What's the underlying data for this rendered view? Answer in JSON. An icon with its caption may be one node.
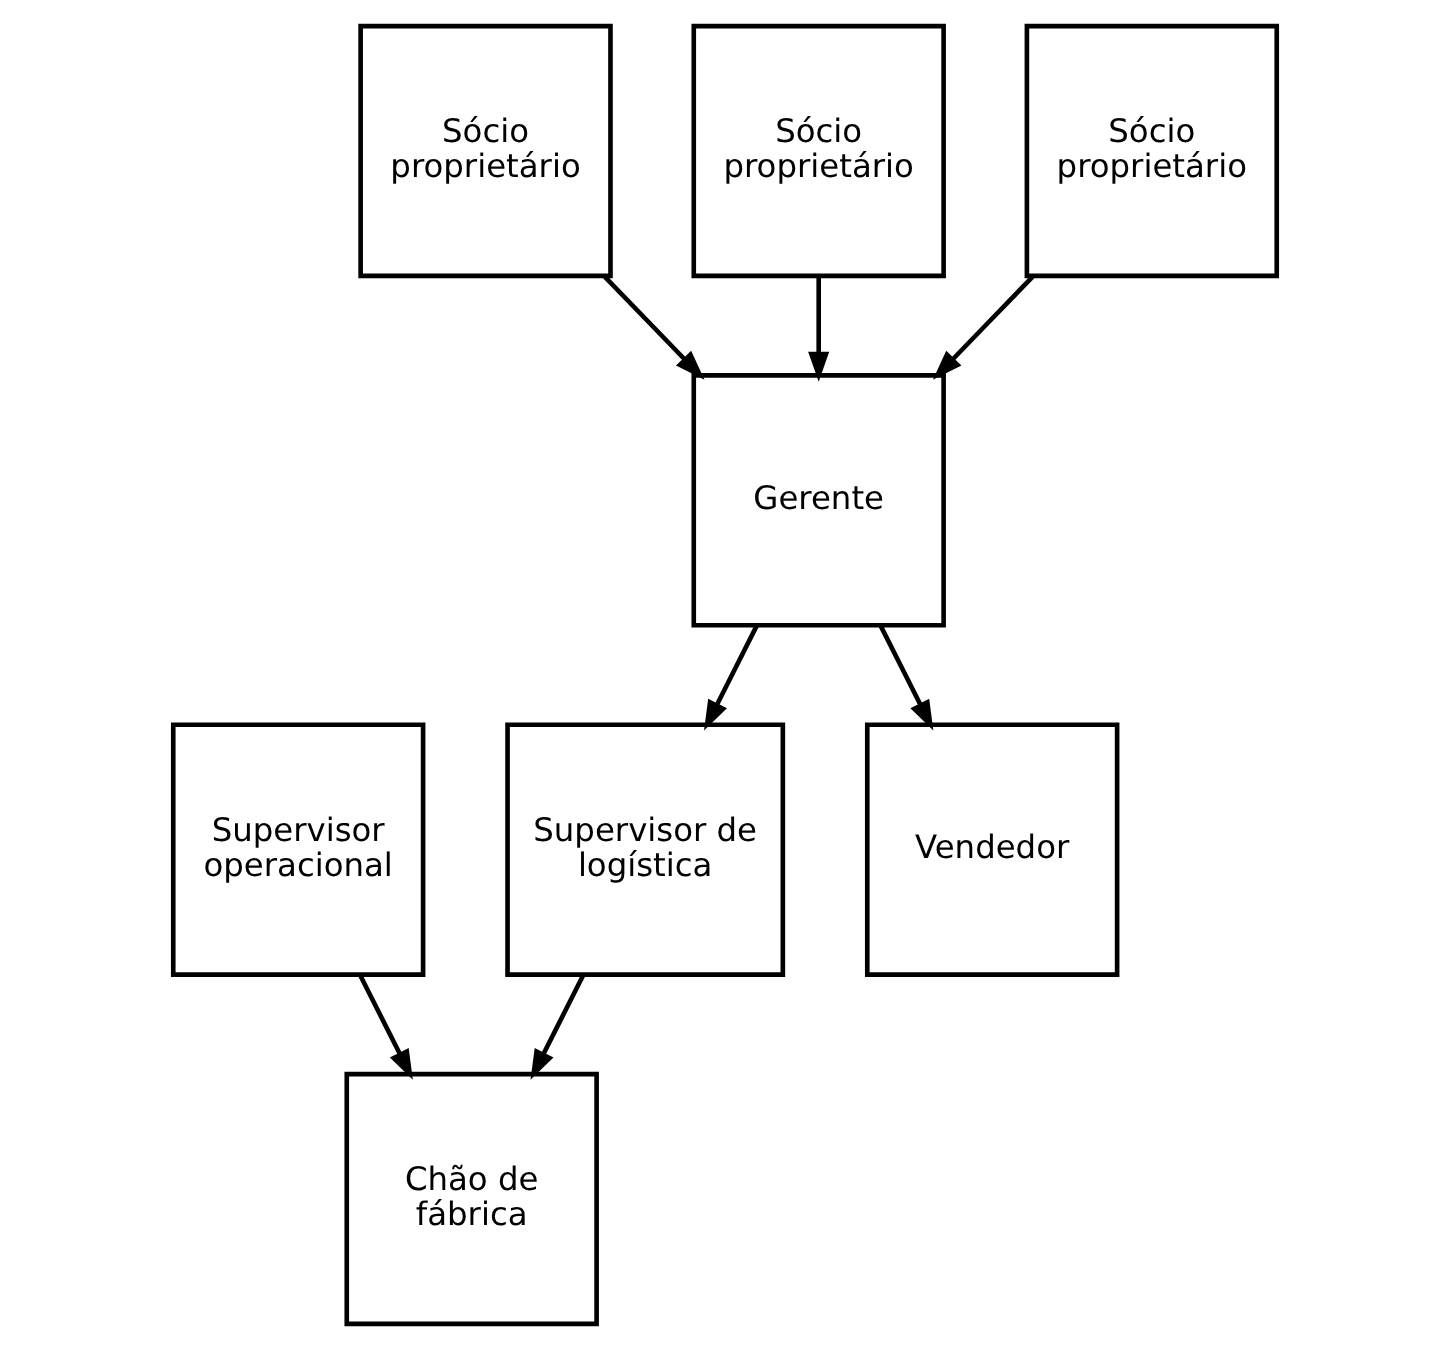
{
  "diagram": {
    "nodes": [
      {
        "text": [
          "Sócio proprietário"
        ]
      },
      {
        "text": [
          "Sócio proprietário"
        ]
      },
      {
        "text": [
          "Sócio proprietário"
        ]
      },
      {
        "text": [
          "Gerente"
        ]
      },
      {
        "text": [
          "Supervisor operacional"
        ]
      },
      {
        "text": [
          "Supervisor de logística"
        ]
      },
      {
        "text": [
          "Vendedor"
        ]
      },
      {
        "text": [
          "Chão de fábrica"
        ]
      }
    ],
    "edges": [
      {
        "from": 0,
        "to": 3,
        "arrow": "to"
      },
      {
        "from": 1,
        "to": 3,
        "arrow": "to"
      },
      {
        "from": 2,
        "to": 3,
        "arrow": "to"
      },
      {
        "from": 3,
        "to": 5,
        "arrow": "to"
      },
      {
        "from": 3,
        "to": 6,
        "arrow": "to"
      },
      {
        "from": 4,
        "to": 7,
        "arrow": "to"
      },
      {
        "from": 5,
        "to": 7,
        "arrow": "to"
      }
    ]
  }
}
